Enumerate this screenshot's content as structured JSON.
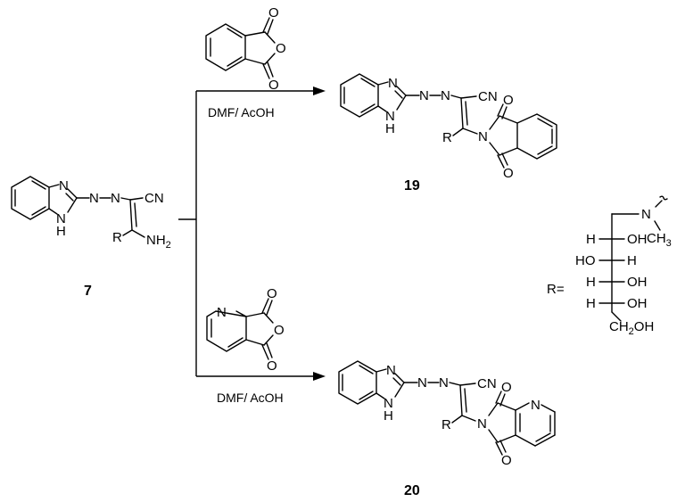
{
  "atoms": {
    "N": "N",
    "H": "H",
    "O": "O",
    "NH": "NH",
    "CN": "CN",
    "R": "R",
    "OH": "OH",
    "HO": "HO",
    "CH": "CH",
    "sub2": "2",
    "sub3": "3"
  },
  "conditions": {
    "top": "DMF/ AcOH",
    "bottom": "DMF/ AcOH"
  },
  "compounds": {
    "start": "7",
    "product_top": "19",
    "product_bottom": "20"
  },
  "r_group": {
    "label": "R="
  }
}
